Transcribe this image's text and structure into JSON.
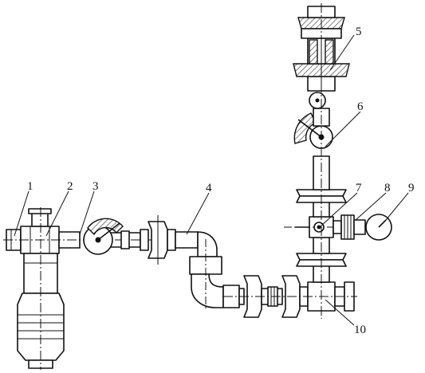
{
  "figure": {
    "callouts": [
      "1",
      "2",
      "3",
      "4",
      "5",
      "6",
      "7",
      "8",
      "9",
      "10"
    ]
  },
  "colors": {
    "line": "#111111",
    "background": "#ffffff"
  }
}
